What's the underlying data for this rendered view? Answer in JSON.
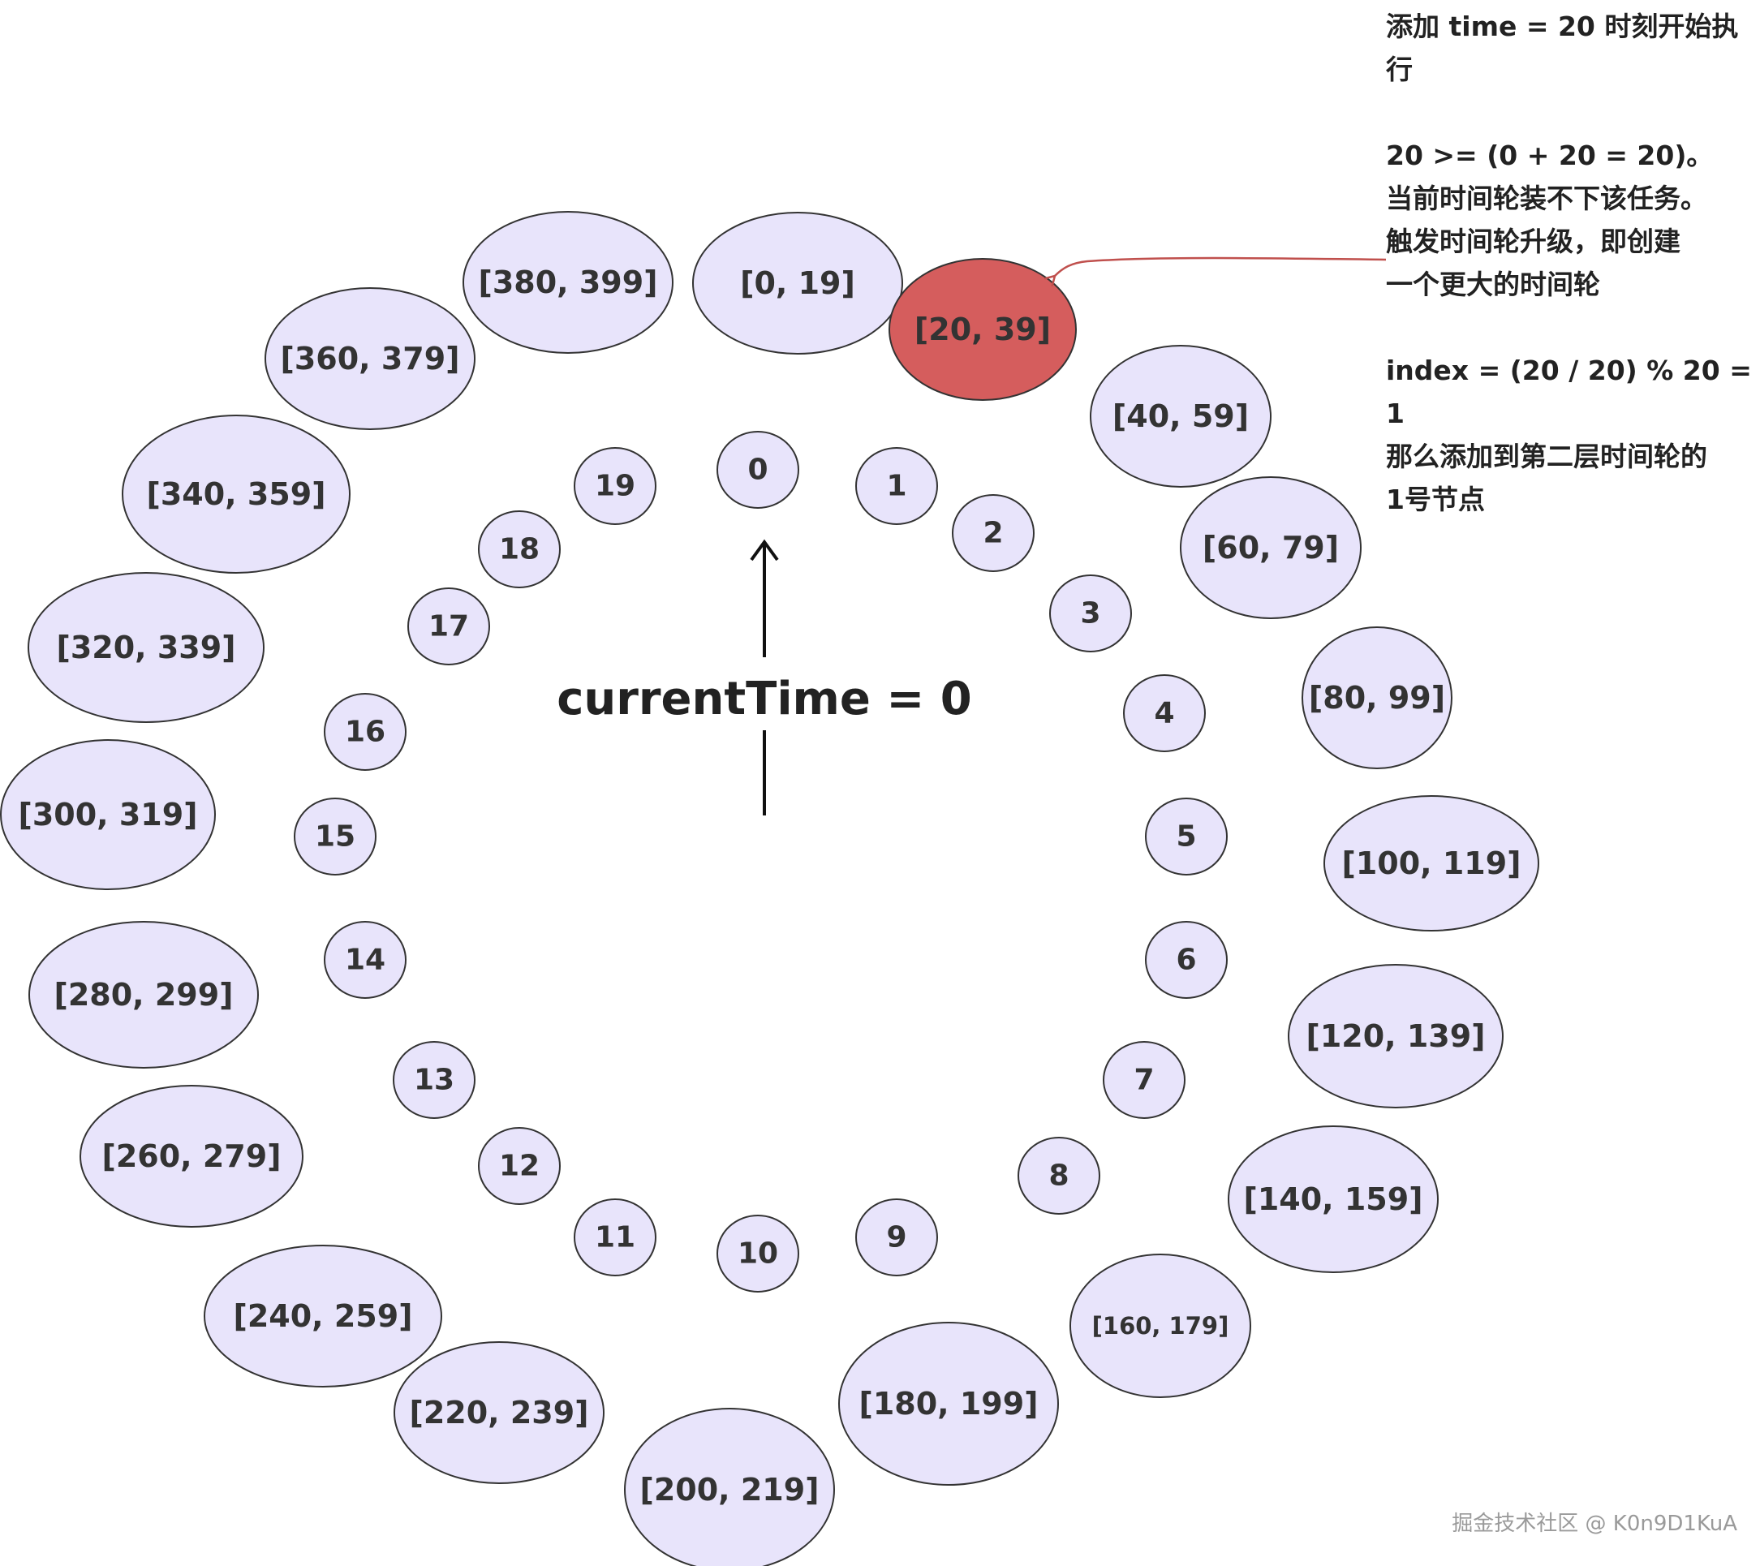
{
  "center_label": "currentTime = 0",
  "outer_ring": [
    "[0, 19]",
    "[20, 39]",
    "[40, 59]",
    "[60, 79]",
    "[80, 99]",
    "[100, 119]",
    "[120, 139]",
    "[140, 159]",
    "[160, 179]",
    "[180, 199]",
    "[200, 219]",
    "[220, 239]",
    "[240, 259]",
    "[260, 279]",
    "[280, 299]",
    "[300, 319]",
    "[320, 339]",
    "[340, 359]",
    "[360, 379]",
    "[380, 399]"
  ],
  "inner_ring": [
    "0",
    "1",
    "2",
    "3",
    "4",
    "5",
    "6",
    "7",
    "8",
    "9",
    "10",
    "11",
    "12",
    "13",
    "14",
    "15",
    "16",
    "17",
    "18",
    "19"
  ],
  "highlight_index": 1,
  "annotation": {
    "line1": "添加 time = 20 时刻开始执",
    "line2": "行",
    "line3": "20 >= (0 + 20 = 20)。",
    "line4": "当前时间轮装不下该任务。",
    "line5": "触发时间轮升级，即创建",
    "line6": "一个更大的时间轮",
    "line7": "index = (20 / 20) % 20 = 1",
    "line8": "那么添加到第二层时间轮的",
    "line9": "1号节点"
  },
  "watermark": "掘金技术社区 @ K0n9D1KuA",
  "colors": {
    "node_fill": "#e8e4fb",
    "node_stroke": "#333333",
    "highlight_fill": "#d55d5d",
    "highlight_text": "#ffffff",
    "text": "#333333",
    "arrow_red": "#c0504d"
  }
}
